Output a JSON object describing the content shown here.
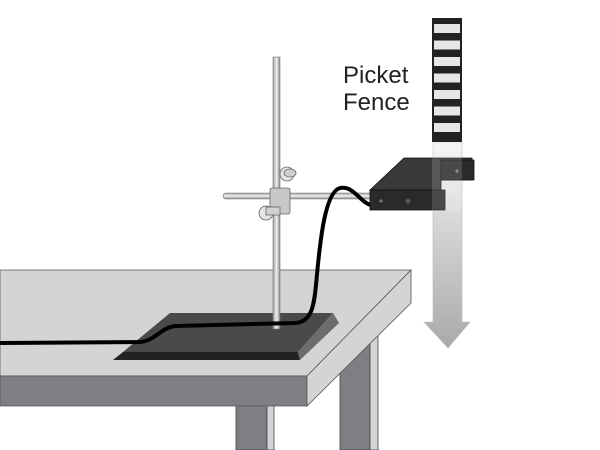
{
  "labels": {
    "line1": "Picket",
    "line2": "Fence"
  },
  "parts": [
    "table",
    "ring-stand",
    "photogate",
    "picket-fence",
    "cable",
    "arrow-down"
  ],
  "colors": {
    "table_top": "#d3d4d6",
    "table_front": "#7e7f82",
    "stand_base": "#4a4a4c",
    "photogate": "#2e2e30",
    "cable": "#000000"
  }
}
